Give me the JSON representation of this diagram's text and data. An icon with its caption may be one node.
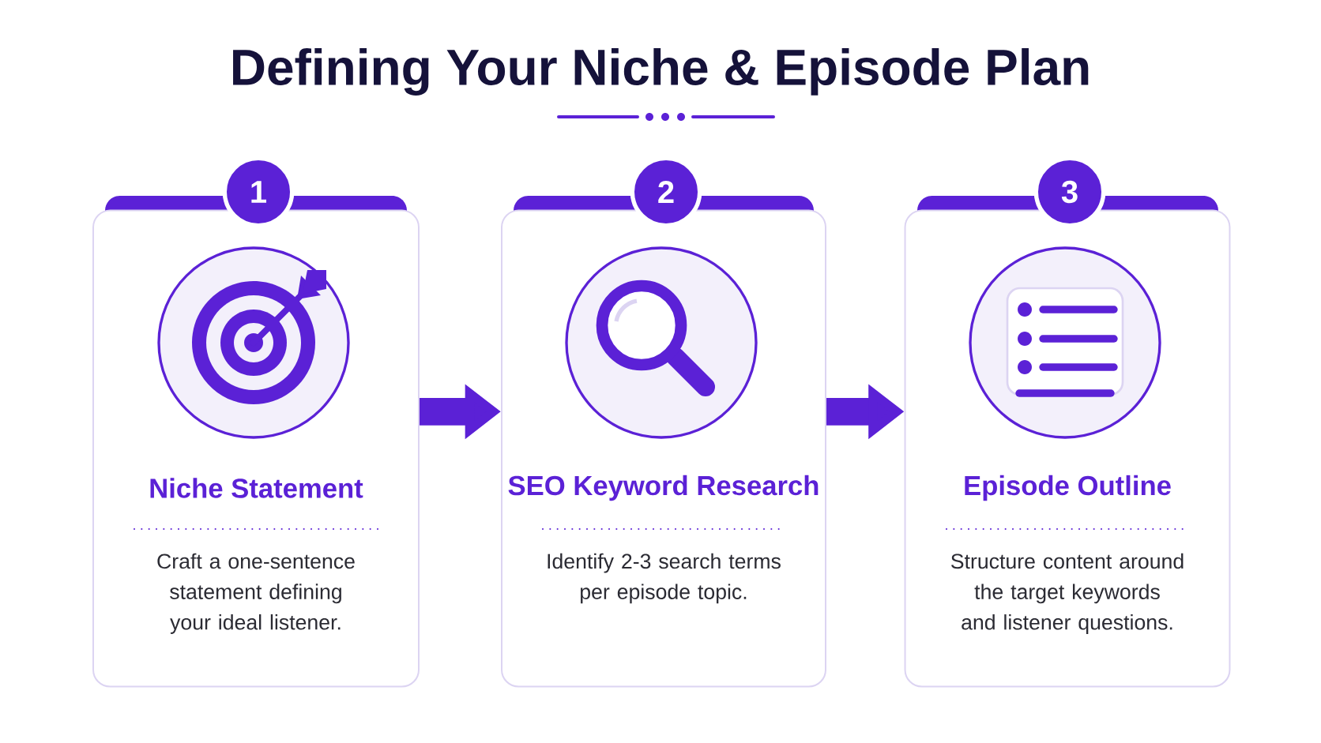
{
  "diagram": {
    "title": "Defining Your Niche & Episode Plan",
    "nodes": [
      {
        "text": [
          "Niche Statement",
          "Craft a one-sentence statement defining your ideal listener."
        ]
      },
      {
        "text": [
          "SEO Keyword Research",
          "Identify 2-3 search terms per episode topic."
        ]
      },
      {
        "text": [
          "Episode Outline",
          "Structure content around the target keywords and listener questions."
        ]
      },
      {
        "text": [
          "1"
        ]
      },
      {
        "text": [
          "2"
        ]
      },
      {
        "text": [
          "3"
        ]
      }
    ],
    "edges": [
      {
        "from": 0,
        "to": 1,
        "arrow": "to"
      },
      {
        "from": 1,
        "to": 2,
        "arrow": "to"
      }
    ]
  }
}
